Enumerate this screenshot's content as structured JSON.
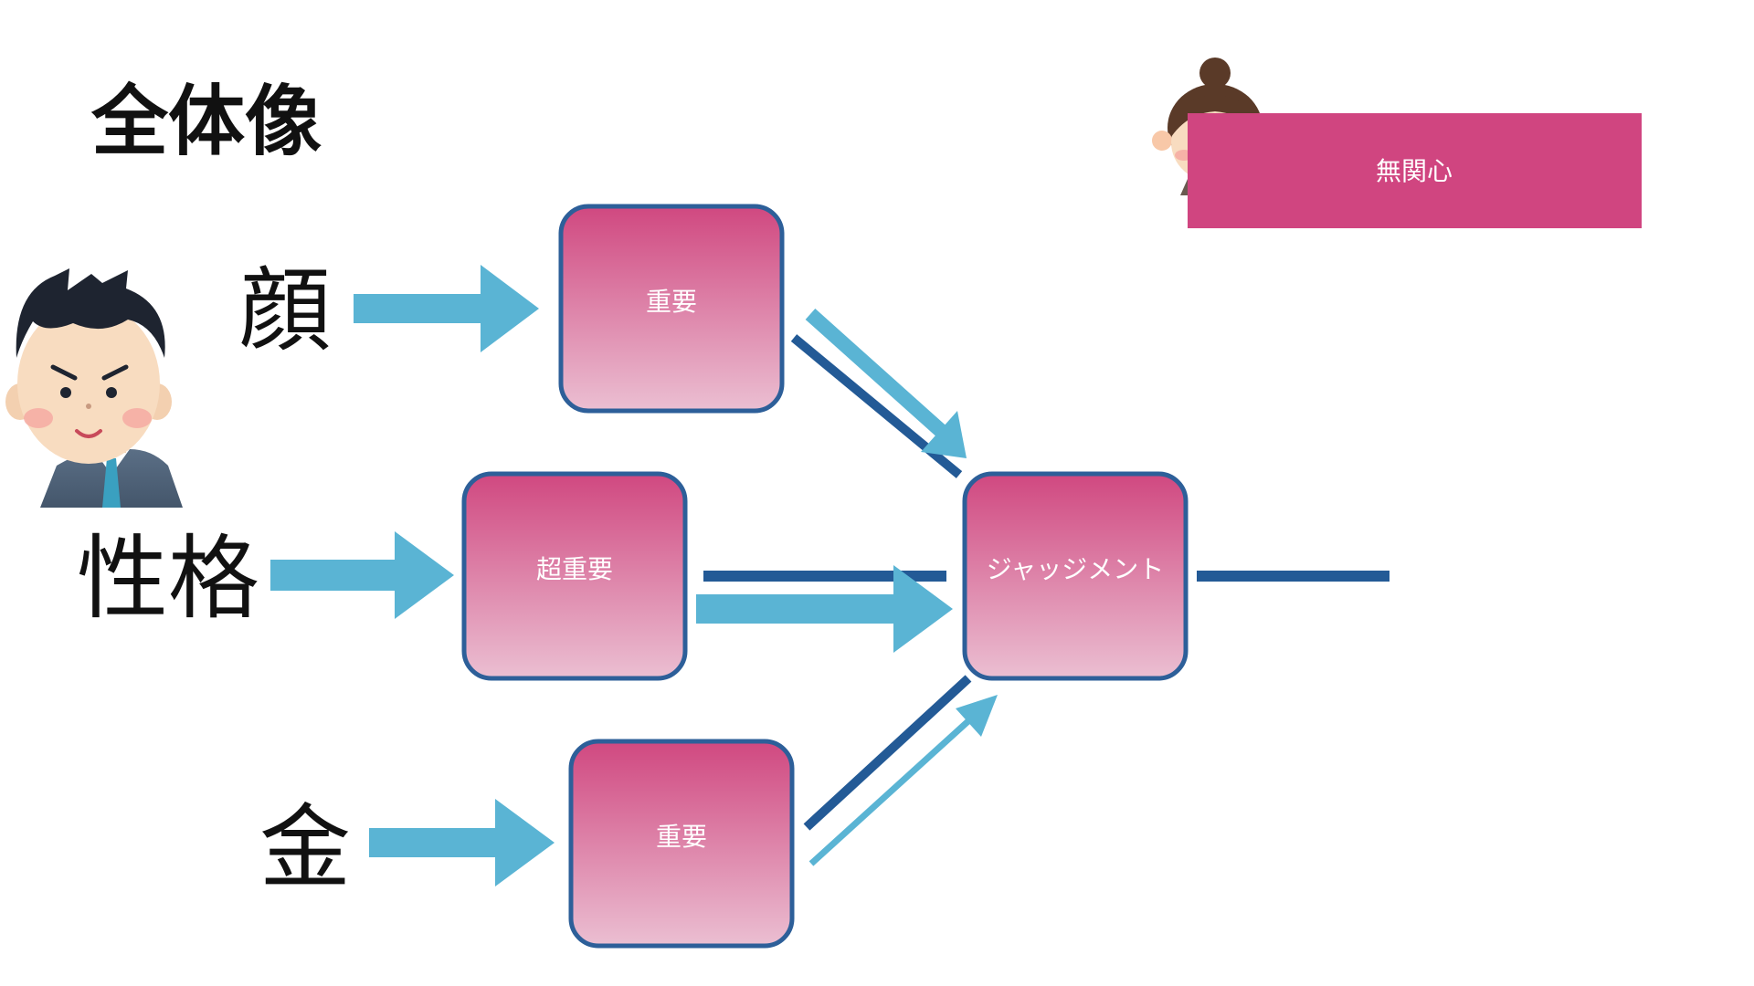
{
  "page": {
    "title": "全体像"
  },
  "factors": {
    "face": "顔",
    "personality": "性格",
    "money": "金"
  },
  "boxes": {
    "face_weight": "重要",
    "personality_weight": "超重要",
    "money_weight": "重要",
    "judgment": "ジャッジメント",
    "indifferent": "無関心"
  },
  "colors": {
    "arrow_light": "#5ab4d4",
    "line_dark": "#235a96",
    "box_top": "#d04880",
    "box_bottom": "#ebbfd2",
    "box_border": "#2d5f99",
    "banner": "#d04580"
  },
  "icons": {
    "man": "man-avatar-icon",
    "woman": "woman-avatar-icon"
  }
}
